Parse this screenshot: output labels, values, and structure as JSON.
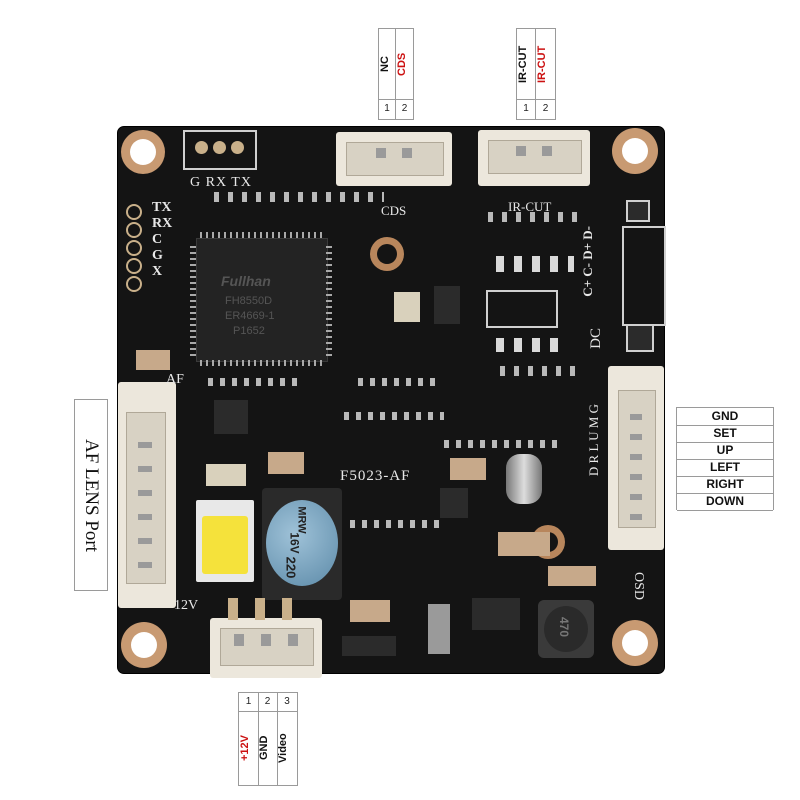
{
  "top_connectors": {
    "cds": {
      "pins": [
        {
          "num": "1",
          "label": "NC",
          "color": "#111111"
        },
        {
          "num": "2",
          "label": "CDS",
          "color": "#cc1111"
        }
      ]
    },
    "ircut": {
      "pins": [
        {
          "num": "1",
          "label": "IR-CUT",
          "color": "#111111"
        },
        {
          "num": "2",
          "label": "IR-CUT",
          "color": "#cc1111"
        }
      ]
    }
  },
  "power_connector": {
    "pins": [
      {
        "num": "1",
        "label": "+12V",
        "color": "#cc1111"
      },
      {
        "num": "2",
        "label": "GND",
        "color": "#111111"
      },
      {
        "num": "3",
        "label": "Video",
        "color": "#111111"
      }
    ]
  },
  "osd_pins": [
    "GND",
    "SET",
    "UP",
    "LEFT",
    "RIGHT",
    "DOWN"
  ],
  "af_port_label": "AF LENS Port",
  "silkscreen": {
    "uart": "G RX TX",
    "side_pins": [
      "TX",
      "RX",
      "C",
      "G",
      "X"
    ],
    "cds": "CDS",
    "ircut": "IR-CUT",
    "af": "AF",
    "dc_pins": "C+ C- D+ D-",
    "dc": "DC",
    "drlum": "D R L U M G",
    "board_name": "F5023-AF",
    "osd": "OSD",
    "power": "12V"
  },
  "chip": {
    "brand": "Fullhan",
    "line1": "FH8550D",
    "line2": "ER4669-1",
    "line3": "P1652"
  },
  "capacitor": {
    "brand": "MRW",
    "voltage": "16V",
    "value": "220"
  },
  "inductor": "470"
}
